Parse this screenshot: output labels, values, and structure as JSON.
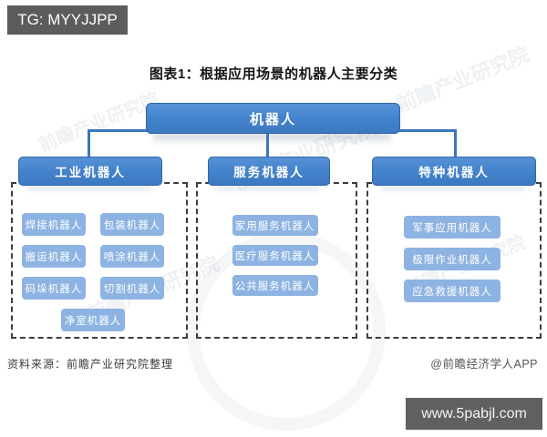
{
  "top_badge": {
    "text": "TG: MYYJJPP"
  },
  "title": "图表1：根据应用场景的机器人主要分类",
  "chart": {
    "root": {
      "label": "机器人"
    },
    "branches": [
      {
        "id": "industrial",
        "label": "工业机器人",
        "children": [
          "焊接机器人",
          "包装机器人",
          "搬运机器人",
          "喷涂机器人",
          "码垛机器人",
          "切割机器人",
          "净室机器人"
        ]
      },
      {
        "id": "service",
        "label": "服务机器人",
        "children": [
          "家用服务机器人",
          "医疗服务机器人",
          "公共服务机器人"
        ]
      },
      {
        "id": "special",
        "label": "特种机器人",
        "children": [
          "军事应用机器人",
          "极限作业机器人",
          "应急救援机器人"
        ]
      }
    ]
  },
  "footer": {
    "source": "资料来源：前瞻产业研究院整理",
    "credit": "@前瞻经济学人APP"
  },
  "bottom_badge": {
    "text": "www.5pabjl.com"
  },
  "watermark": {
    "text": "前瞻产业研究院"
  },
  "colors": {
    "node_blue": "#3c79c1",
    "leaf_blue": "#8db3e2",
    "connector": "#3a76bd",
    "dashed_border": "#3c3c3c",
    "badge_bg": "#5c5c5c"
  }
}
